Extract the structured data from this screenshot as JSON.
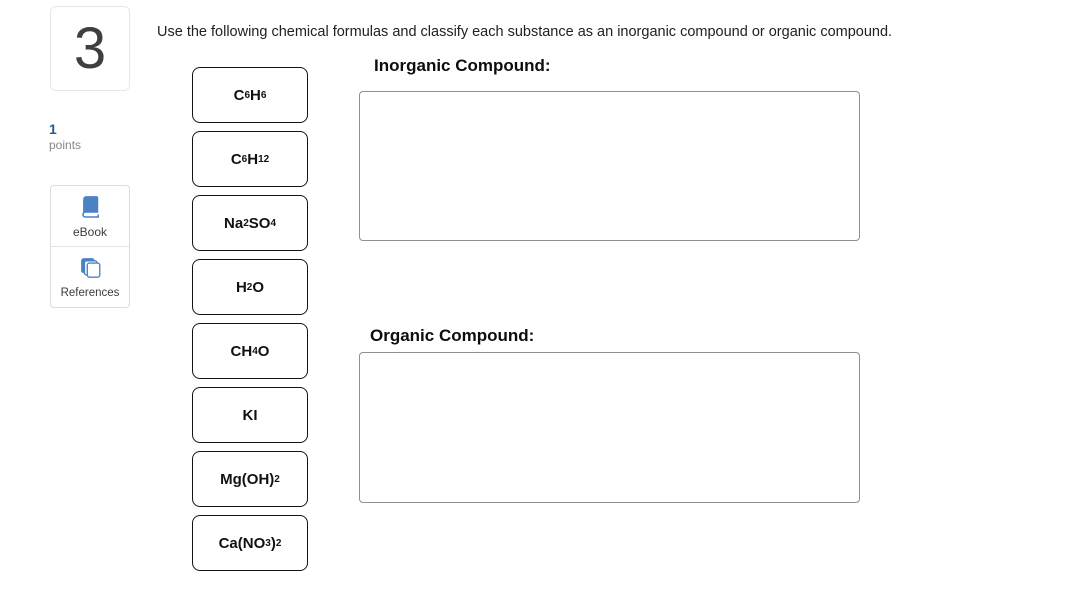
{
  "question": {
    "number": "3",
    "points_value": "1",
    "points_label": "points",
    "prompt": "Use the following chemical formulas and classify each substance as an inorganic compound or organic compound."
  },
  "tools": {
    "ebook_label": "eBook",
    "references_label": "References"
  },
  "chips": [
    {
      "name": "c6h6",
      "text": "C6H6",
      "segments": [
        {
          "t": "C"
        },
        {
          "t": "6",
          "sub": true
        },
        {
          "t": "H"
        },
        {
          "t": "6",
          "sub": true
        }
      ]
    },
    {
      "name": "c6h12",
      "text": "C6H12",
      "segments": [
        {
          "t": "C"
        },
        {
          "t": "6",
          "sub": true
        },
        {
          "t": "H"
        },
        {
          "t": "12",
          "sub": true
        }
      ]
    },
    {
      "name": "na2so4",
      "text": "Na2SO4",
      "segments": [
        {
          "t": "Na"
        },
        {
          "t": "2",
          "sub": true
        },
        {
          "t": "SO"
        },
        {
          "t": "4",
          "sub": true
        }
      ]
    },
    {
      "name": "h2o",
      "text": "H2O",
      "segments": [
        {
          "t": "H"
        },
        {
          "t": "2",
          "sub": true
        },
        {
          "t": "O"
        }
      ]
    },
    {
      "name": "ch4o",
      "text": "CH4O",
      "segments": [
        {
          "t": "CH"
        },
        {
          "t": "4",
          "sub": true
        },
        {
          "t": "O"
        }
      ]
    },
    {
      "name": "ki",
      "text": "KI",
      "segments": [
        {
          "t": "KI"
        }
      ]
    },
    {
      "name": "mgoh2",
      "text": "Mg(OH)2",
      "segments": [
        {
          "t": "Mg(OH)"
        },
        {
          "t": "2",
          "sub": true
        }
      ]
    },
    {
      "name": "cano32",
      "text": "Ca(NO3)2",
      "segments": [
        {
          "t": "Ca(NO"
        },
        {
          "t": "3",
          "sub": true
        },
        {
          "t": ")"
        },
        {
          "t": "2",
          "sub": true
        }
      ]
    }
  ],
  "dropzones": {
    "inorganic": {
      "label": "Inorganic Compound:",
      "items": []
    },
    "organic": {
      "label": "Organic Compound:",
      "items": []
    }
  },
  "colors": {
    "accent_blue": "#4b82c4",
    "points_blue": "#29588c",
    "muted_gray": "#85888b",
    "chip_border": "#141414",
    "dropzone_border": "#8f8f8f"
  }
}
